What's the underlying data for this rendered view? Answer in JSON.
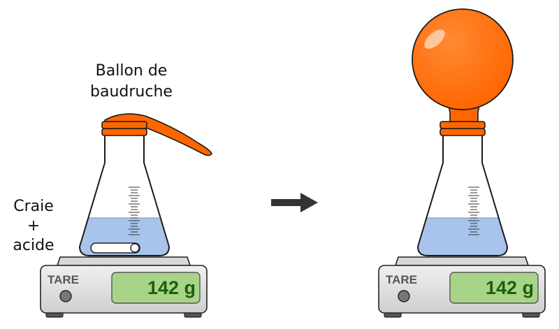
{
  "colors": {
    "balloon": "#ff6600",
    "balloon_outline": "#1a1a1a",
    "liquid": "#a9c4ec",
    "scale_body": "#dedede",
    "display": "#a8d48a",
    "display_text": "#1b5e0e",
    "arrow": "#333333"
  },
  "left": {
    "label_balloon_line1": "Ballon de",
    "label_balloon_line2": "baudruche",
    "label_chalk": "Craie",
    "label_plus": "+",
    "label_acid": "acide",
    "scale_button": "TARE",
    "scale_reading": "142 g"
  },
  "right": {
    "scale_button": "TARE",
    "scale_reading": "142 g"
  }
}
